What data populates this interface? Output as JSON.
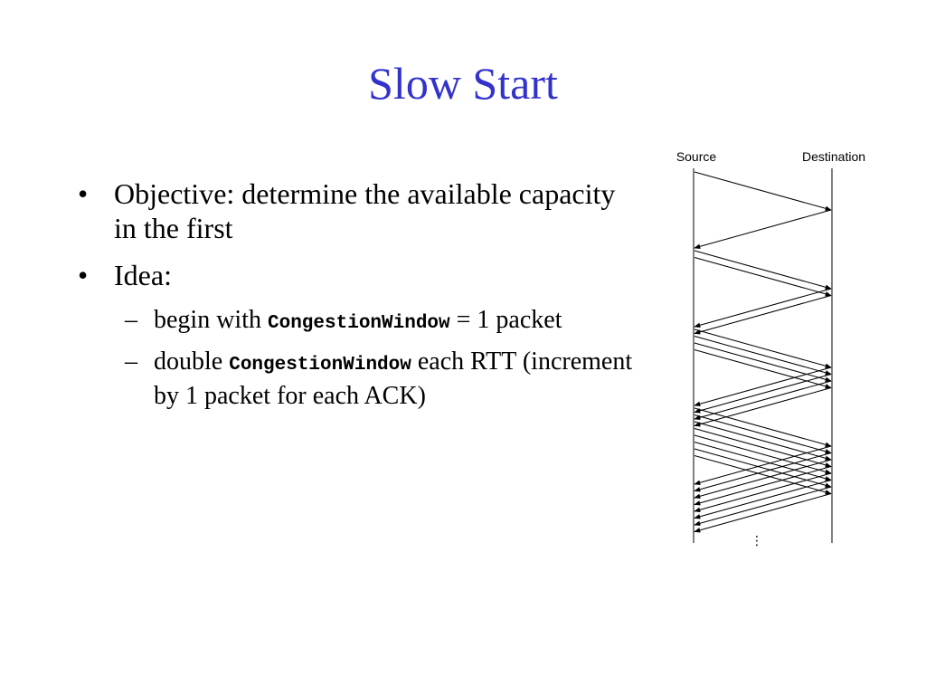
{
  "slide": {
    "title": "Slow Start",
    "bullets": [
      {
        "mark": "•",
        "text": "Objective: determine the available capacity in the first"
      },
      {
        "mark": "•",
        "text": "Idea:"
      }
    ],
    "subbullets": [
      {
        "mark": "–",
        "prefix": "begin with ",
        "code": "CongestionWindow",
        "suffix": " = 1 packet"
      },
      {
        "mark": "–",
        "prefix": "double ",
        "code": "CongestionWindow",
        "suffix": " each RTT (increment by 1 packet for each ACK)"
      }
    ]
  },
  "diagram": {
    "source_label": "Source",
    "destination_label": "Destination",
    "ellipsis": "⋮",
    "line_color": "#000000",
    "rounds": [
      {
        "packets": 1,
        "acks": 1
      },
      {
        "packets": 2,
        "acks": 2
      },
      {
        "packets": 4,
        "acks": 4
      },
      {
        "packets": 8,
        "acks": 8
      }
    ]
  }
}
